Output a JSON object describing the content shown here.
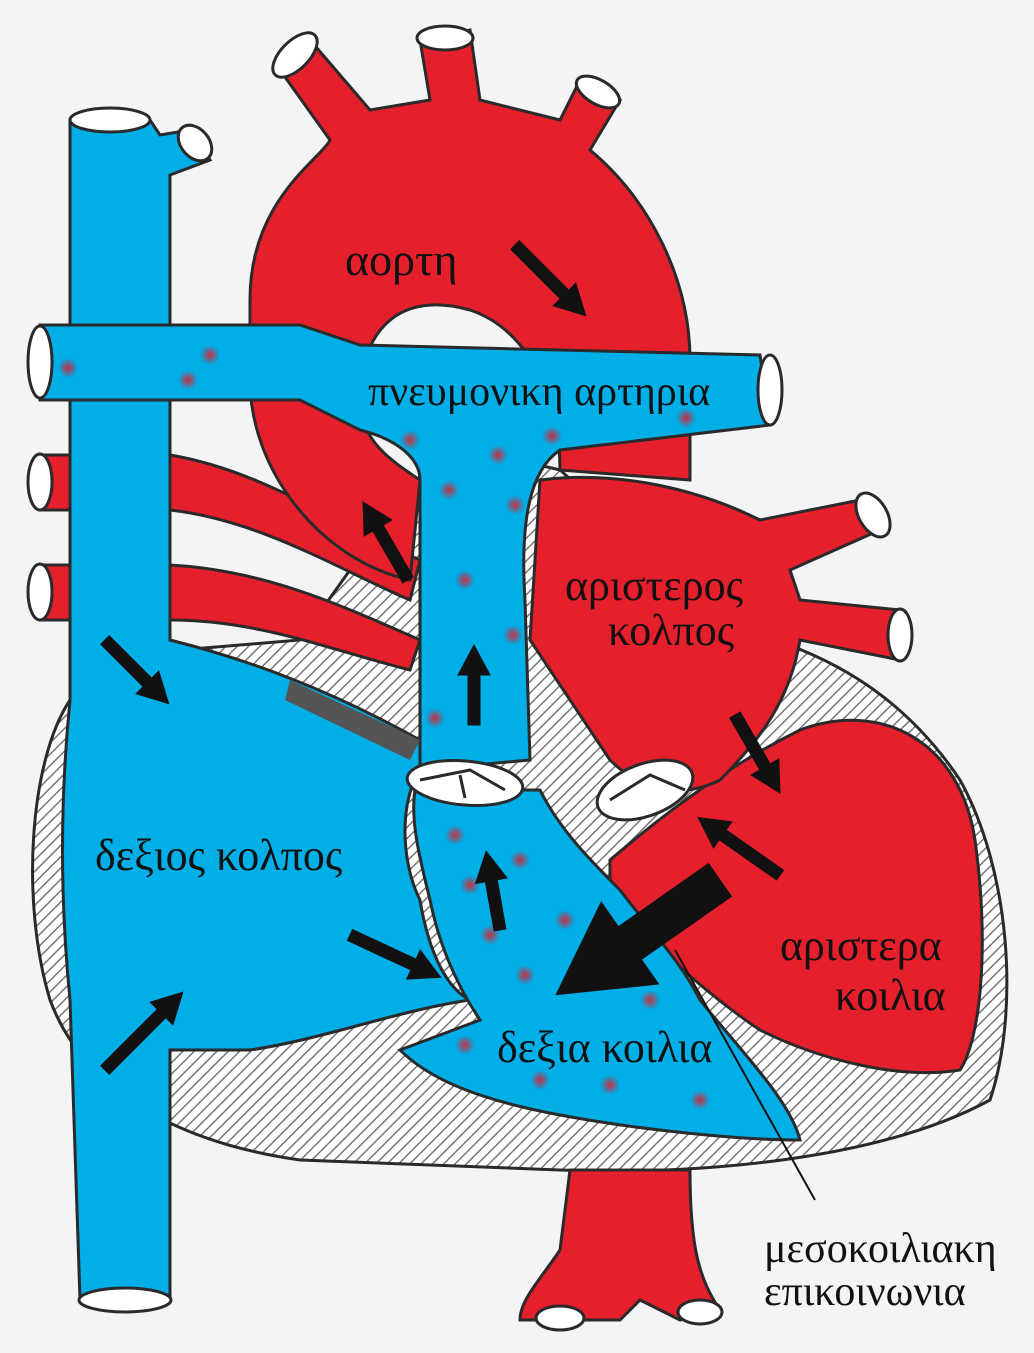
{
  "colors": {
    "oxygenated": "#e51f2b",
    "deoxygenated": "#00aee8",
    "wall_hatch": "#8a8a8a",
    "outline": "#2a2a2a",
    "background": "#f4f4f6"
  },
  "labels": {
    "aorta": "αορτη",
    "pulmonary_artery": "πνευμονικη αρτηρια",
    "left_atrium_line1": "αριστερος",
    "left_atrium_line2": "κολπος",
    "right_atrium": "δεξιος κολπος",
    "left_ventricle_line1": "αριστερα",
    "left_ventricle_line2": "κοιλια",
    "right_ventricle": "δεξια κοιλια",
    "vsd_line1": "μεσοκοιλιακη",
    "vsd_line2": "επικοινωνια"
  },
  "icons": [
    "flow-arrow",
    "shunt-arrow",
    "valve-icon"
  ]
}
